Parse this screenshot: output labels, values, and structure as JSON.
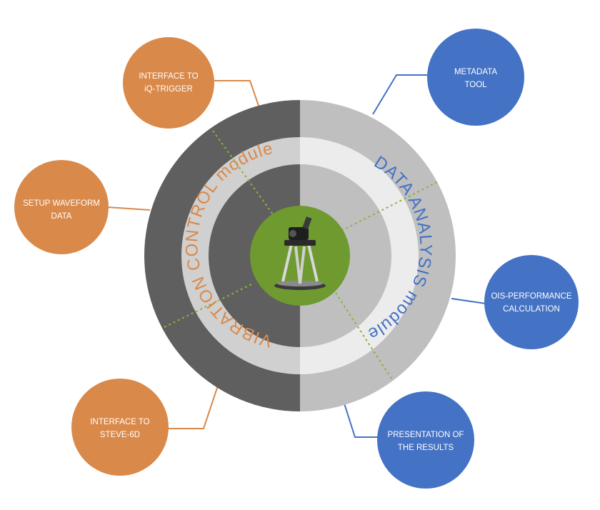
{
  "colors": {
    "dark_gray": "#5f5f5f",
    "light_gray": "#bfbfbf",
    "ring_dark": "#d0d0d0",
    "ring_light": "#ececec",
    "center_green": "#6e9a30",
    "orange_node": "#d9894a",
    "blue_node": "#4472c4",
    "orange_connector": "#d9894a",
    "blue_connector": "#4472c4",
    "divider_dots": "#8bb23b"
  },
  "diagram": {
    "left_module": "VIBRATION CONTROL module",
    "right_module": "DATA ANALYSIS module",
    "center_image": "hexapod-shaker-icon"
  },
  "nodes": {
    "iq_trigger": {
      "line1": "INTERFACE TO",
      "line2": "iQ-TRIGGER"
    },
    "setup_waveform": {
      "line1": "SETUP WAVEFORM",
      "line2": "DATA"
    },
    "steve_6d": {
      "line1": "INTERFACE TO",
      "line2": "STEVE-6D"
    },
    "metadata_tool": {
      "line1": "METADATA",
      "line2": "TOOL"
    },
    "ois_performance": {
      "line1": "OIS-PERFORMANCE",
      "line2": "CALCULATION"
    },
    "presentation": {
      "line1": "PRESENTATION OF",
      "line2": "THE RESULTS"
    }
  }
}
